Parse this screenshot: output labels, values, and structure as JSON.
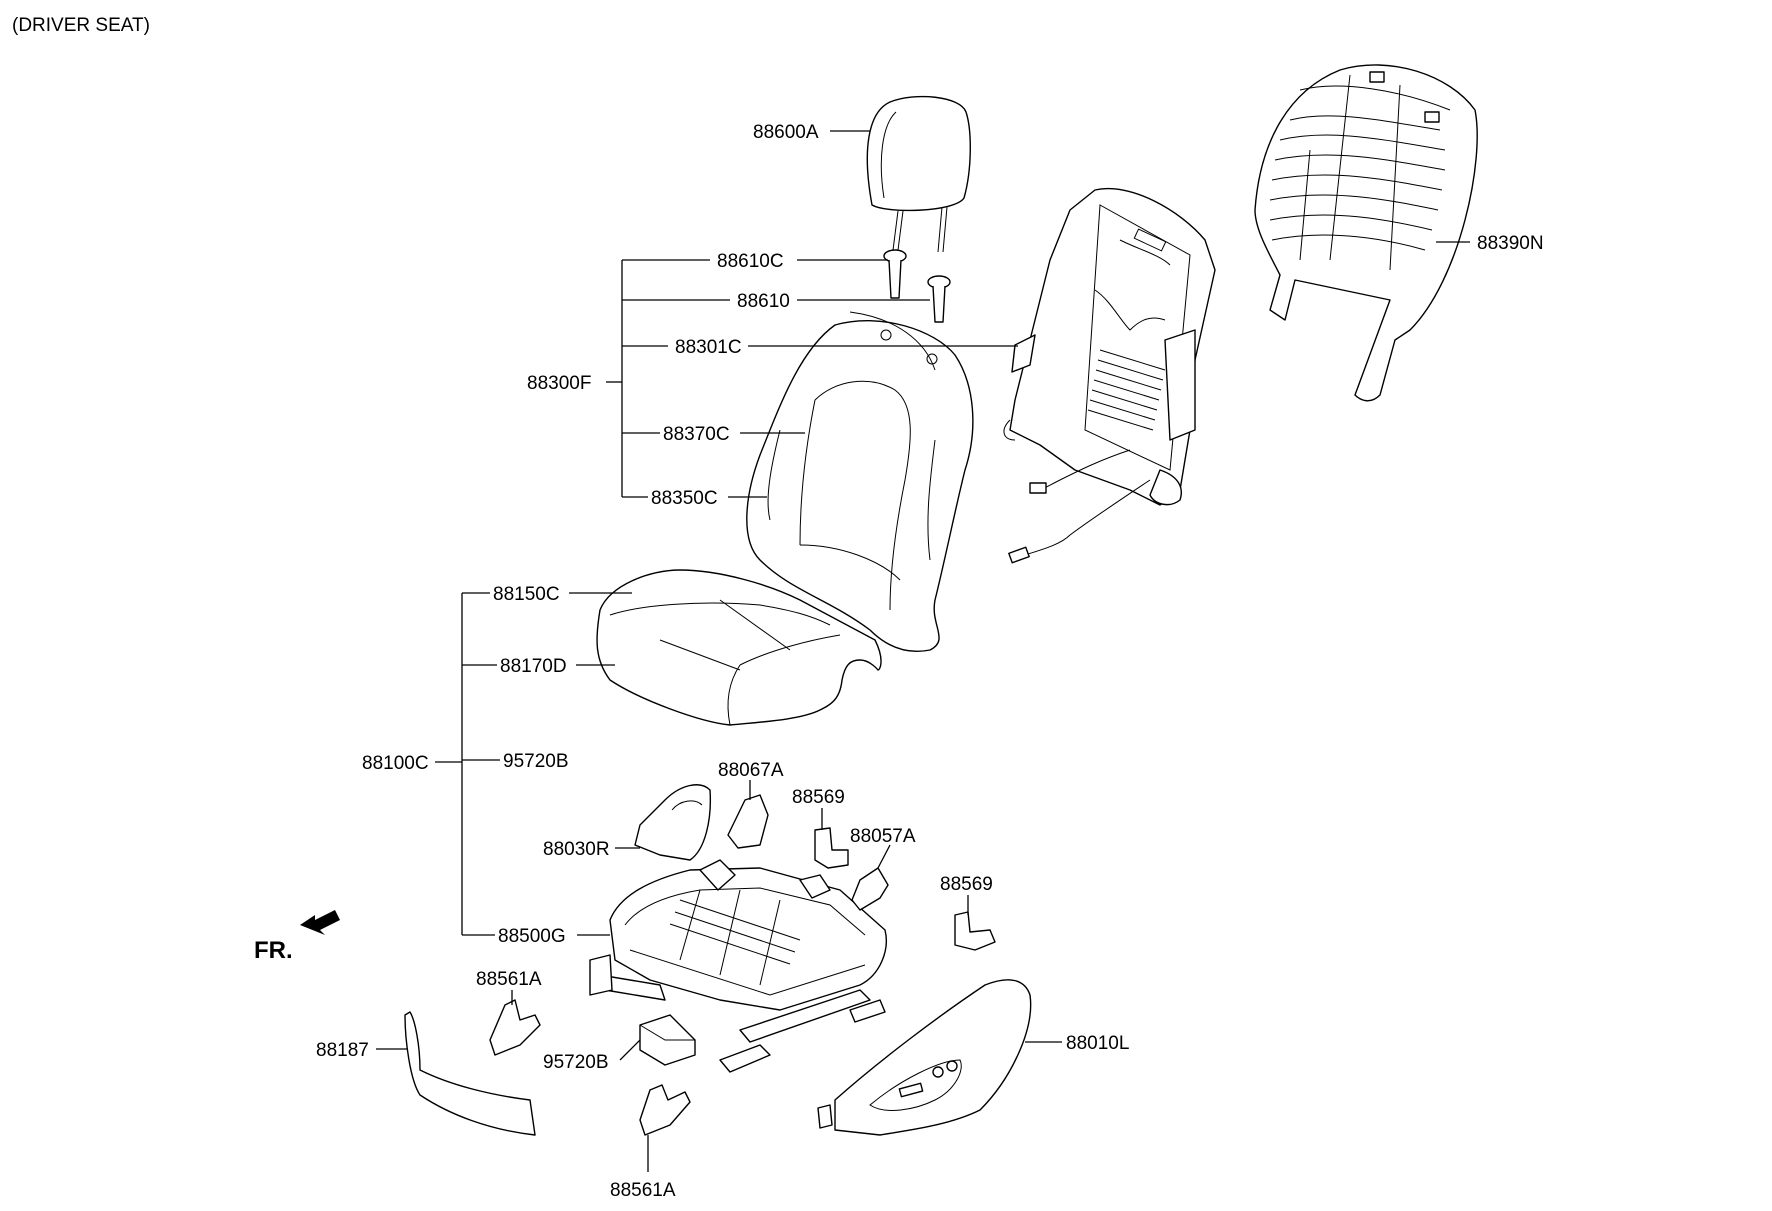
{
  "title": "(DRIVER SEAT)",
  "direction_label": "FR.",
  "parts": {
    "p88600A": "88600A",
    "p88610C": "88610C",
    "p88610": "88610",
    "p88301C": "88301C",
    "p88300F": "88300F",
    "p88370C": "88370C",
    "p88350C": "88350C",
    "p88390N": "88390N",
    "p88150C": "88150C",
    "p88170D": "88170D",
    "p88100C": "88100C",
    "p95720B_a": "95720B",
    "p88067A": "88067A",
    "p88569_a": "88569",
    "p88057A": "88057A",
    "p88030R": "88030R",
    "p88569_b": "88569",
    "p88500G": "88500G",
    "p88561A_a": "88561A",
    "p88187": "88187",
    "p95720B_b": "95720B",
    "p88010L": "88010L",
    "p88561A_b": "88561A"
  }
}
